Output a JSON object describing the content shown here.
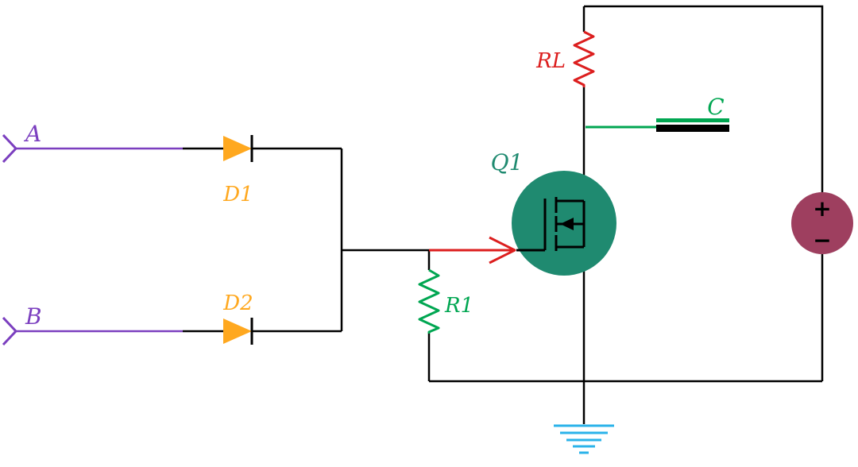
{
  "diagram": {
    "type": "circuit-schematic",
    "labels": {
      "input_a": "A",
      "input_b": "B",
      "diode_1": "D1",
      "diode_2": "D2",
      "transistor": "Q1",
      "load_resistor": "RL",
      "gate_resistor": "R1",
      "capacitor": "C",
      "source_plus": "+",
      "source_minus": "−"
    },
    "colors": {
      "wire": "#000000",
      "input": "#7b3fbf",
      "diode": "#ffa81f",
      "load_resistor": "#dc1e1e",
      "gate_resistor": "#00a651",
      "capacitor": "#00a651",
      "transistor": "#1f8a70",
      "voltage_source": "#9e3f5f",
      "ground": "#2bb3ea"
    }
  }
}
